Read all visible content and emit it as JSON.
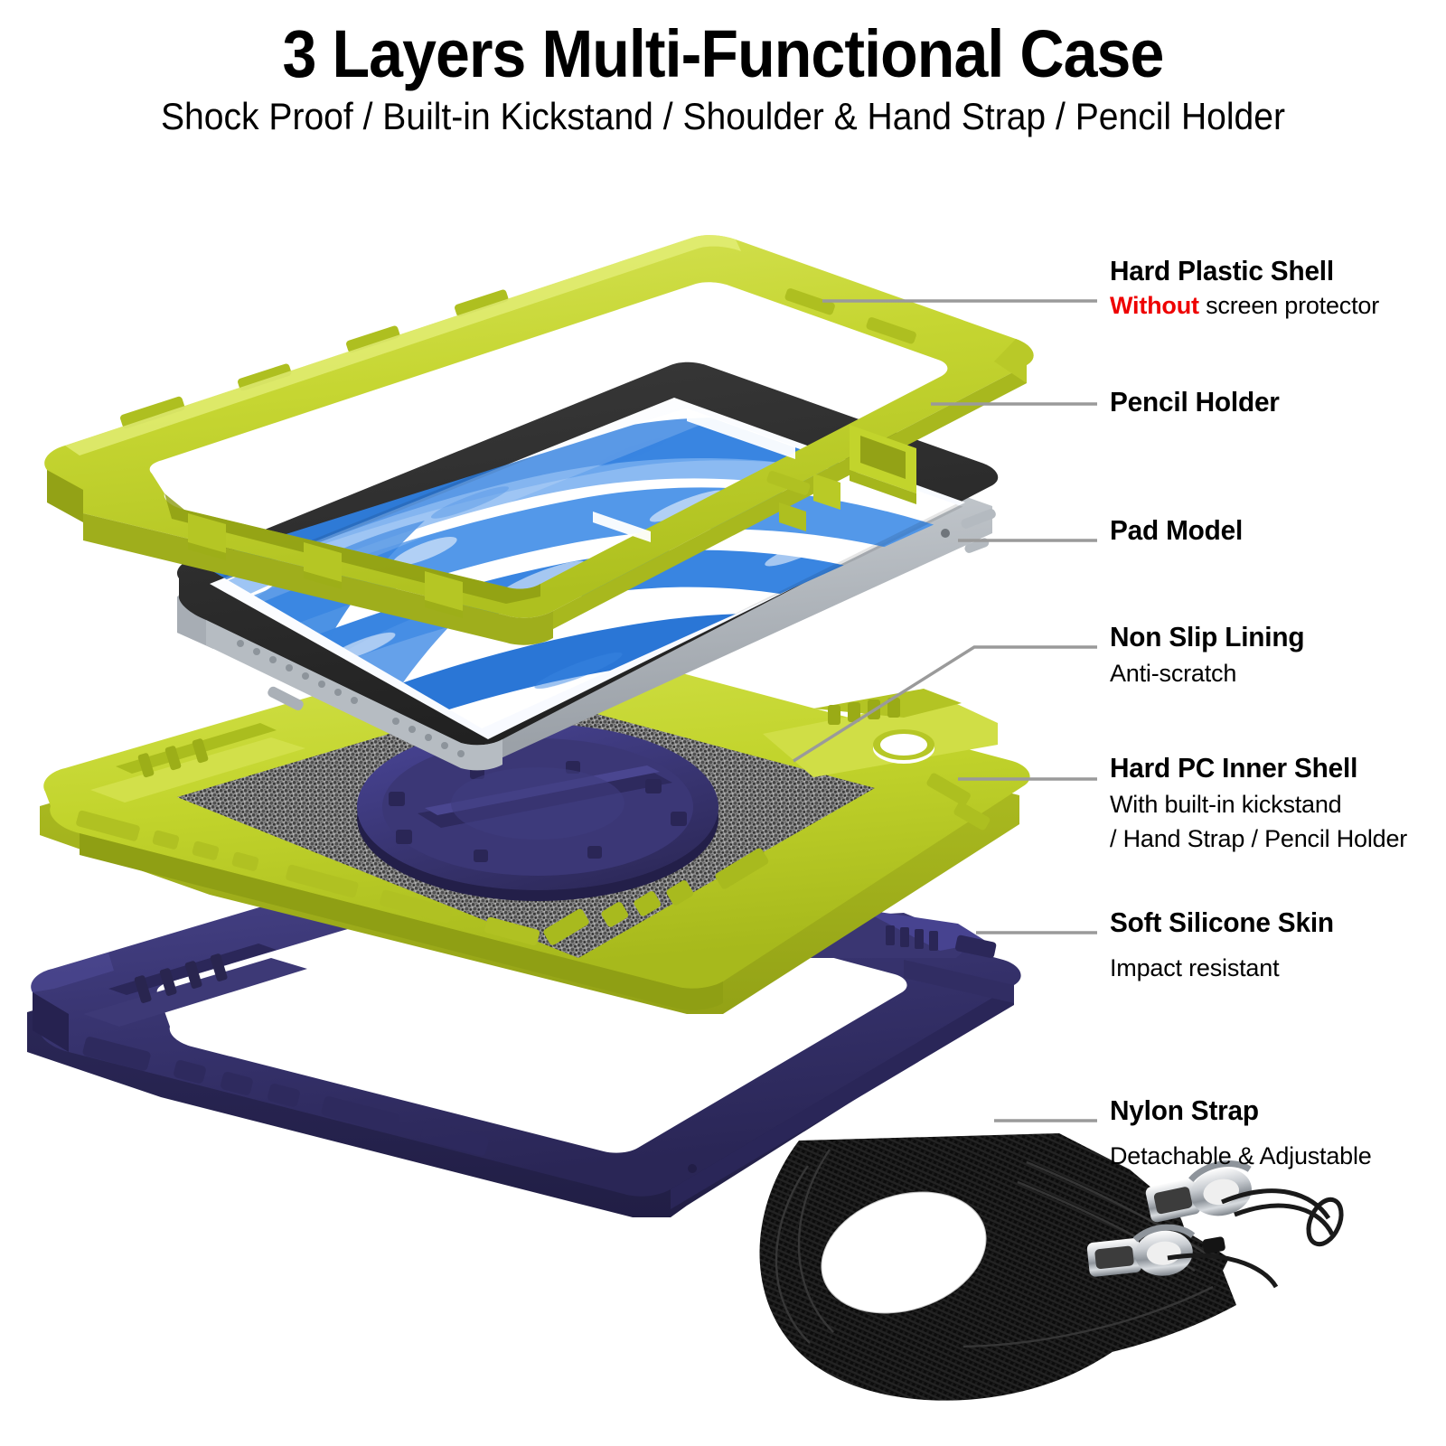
{
  "header": {
    "title": "3 Layers Multi-Functional Case",
    "subtitle": "Shock Proof / Built-in Kickstand / Shoulder & Hand Strap / Pencil Holder"
  },
  "callouts": [
    {
      "id": "hard-plastic-shell",
      "title": "Hard Plastic Shell",
      "sub_prefix": "Without",
      "sub_rest": " screen protector",
      "sub_prefix_color": "#ee0000"
    },
    {
      "id": "pencil-holder",
      "title": "Pencil Holder",
      "sub": ""
    },
    {
      "id": "pad-model",
      "title": "Pad Model",
      "sub": ""
    },
    {
      "id": "non-slip-lining",
      "title": "Non Slip Lining",
      "sub": "Anti-scratch"
    },
    {
      "id": "hard-pc-inner-shell",
      "title": "Hard PC Inner Shell",
      "sub_line1": "With built-in kickstand",
      "sub_line2": "/ Hand Strap / Pencil Holder"
    },
    {
      "id": "soft-silicone-skin",
      "title": "Soft Silicone Skin",
      "sub": "Impact resistant"
    },
    {
      "id": "nylon-strap",
      "title": "Nylon Strap",
      "sub": "Detachable & Adjustable"
    }
  ],
  "colors": {
    "shell_green": "#c4d42e",
    "shell_green_dark": "#9fae1e",
    "shell_green_light": "#d7e356",
    "navy": "#35316b",
    "navy_dark": "#27234f",
    "navy_light": "#454180",
    "lining_grey": "#8a8a8a",
    "tablet_silver": "#c8ccd0",
    "tablet_bezel": "#2d2d2d",
    "screen_blue": "#2f7fe0",
    "strap_black": "#101010",
    "leader_grey": "#9a9a9a",
    "accent_red": "#ee0000",
    "background": "#ffffff"
  },
  "illustration": {
    "type": "exploded-view",
    "layer_order": [
      "Hard Plastic Shell (green outer frame, top)",
      "Pad Model (tablet with blue watercolor wallpaper)",
      "Hard PC Inner Shell (green tray with grey non-slip lining and navy rotating kickstand)",
      "Soft Silicone Skin (navy blue bumper frame, bottom)",
      "Nylon Strap (black coiled webbing with silver swivel clips)"
    ]
  }
}
